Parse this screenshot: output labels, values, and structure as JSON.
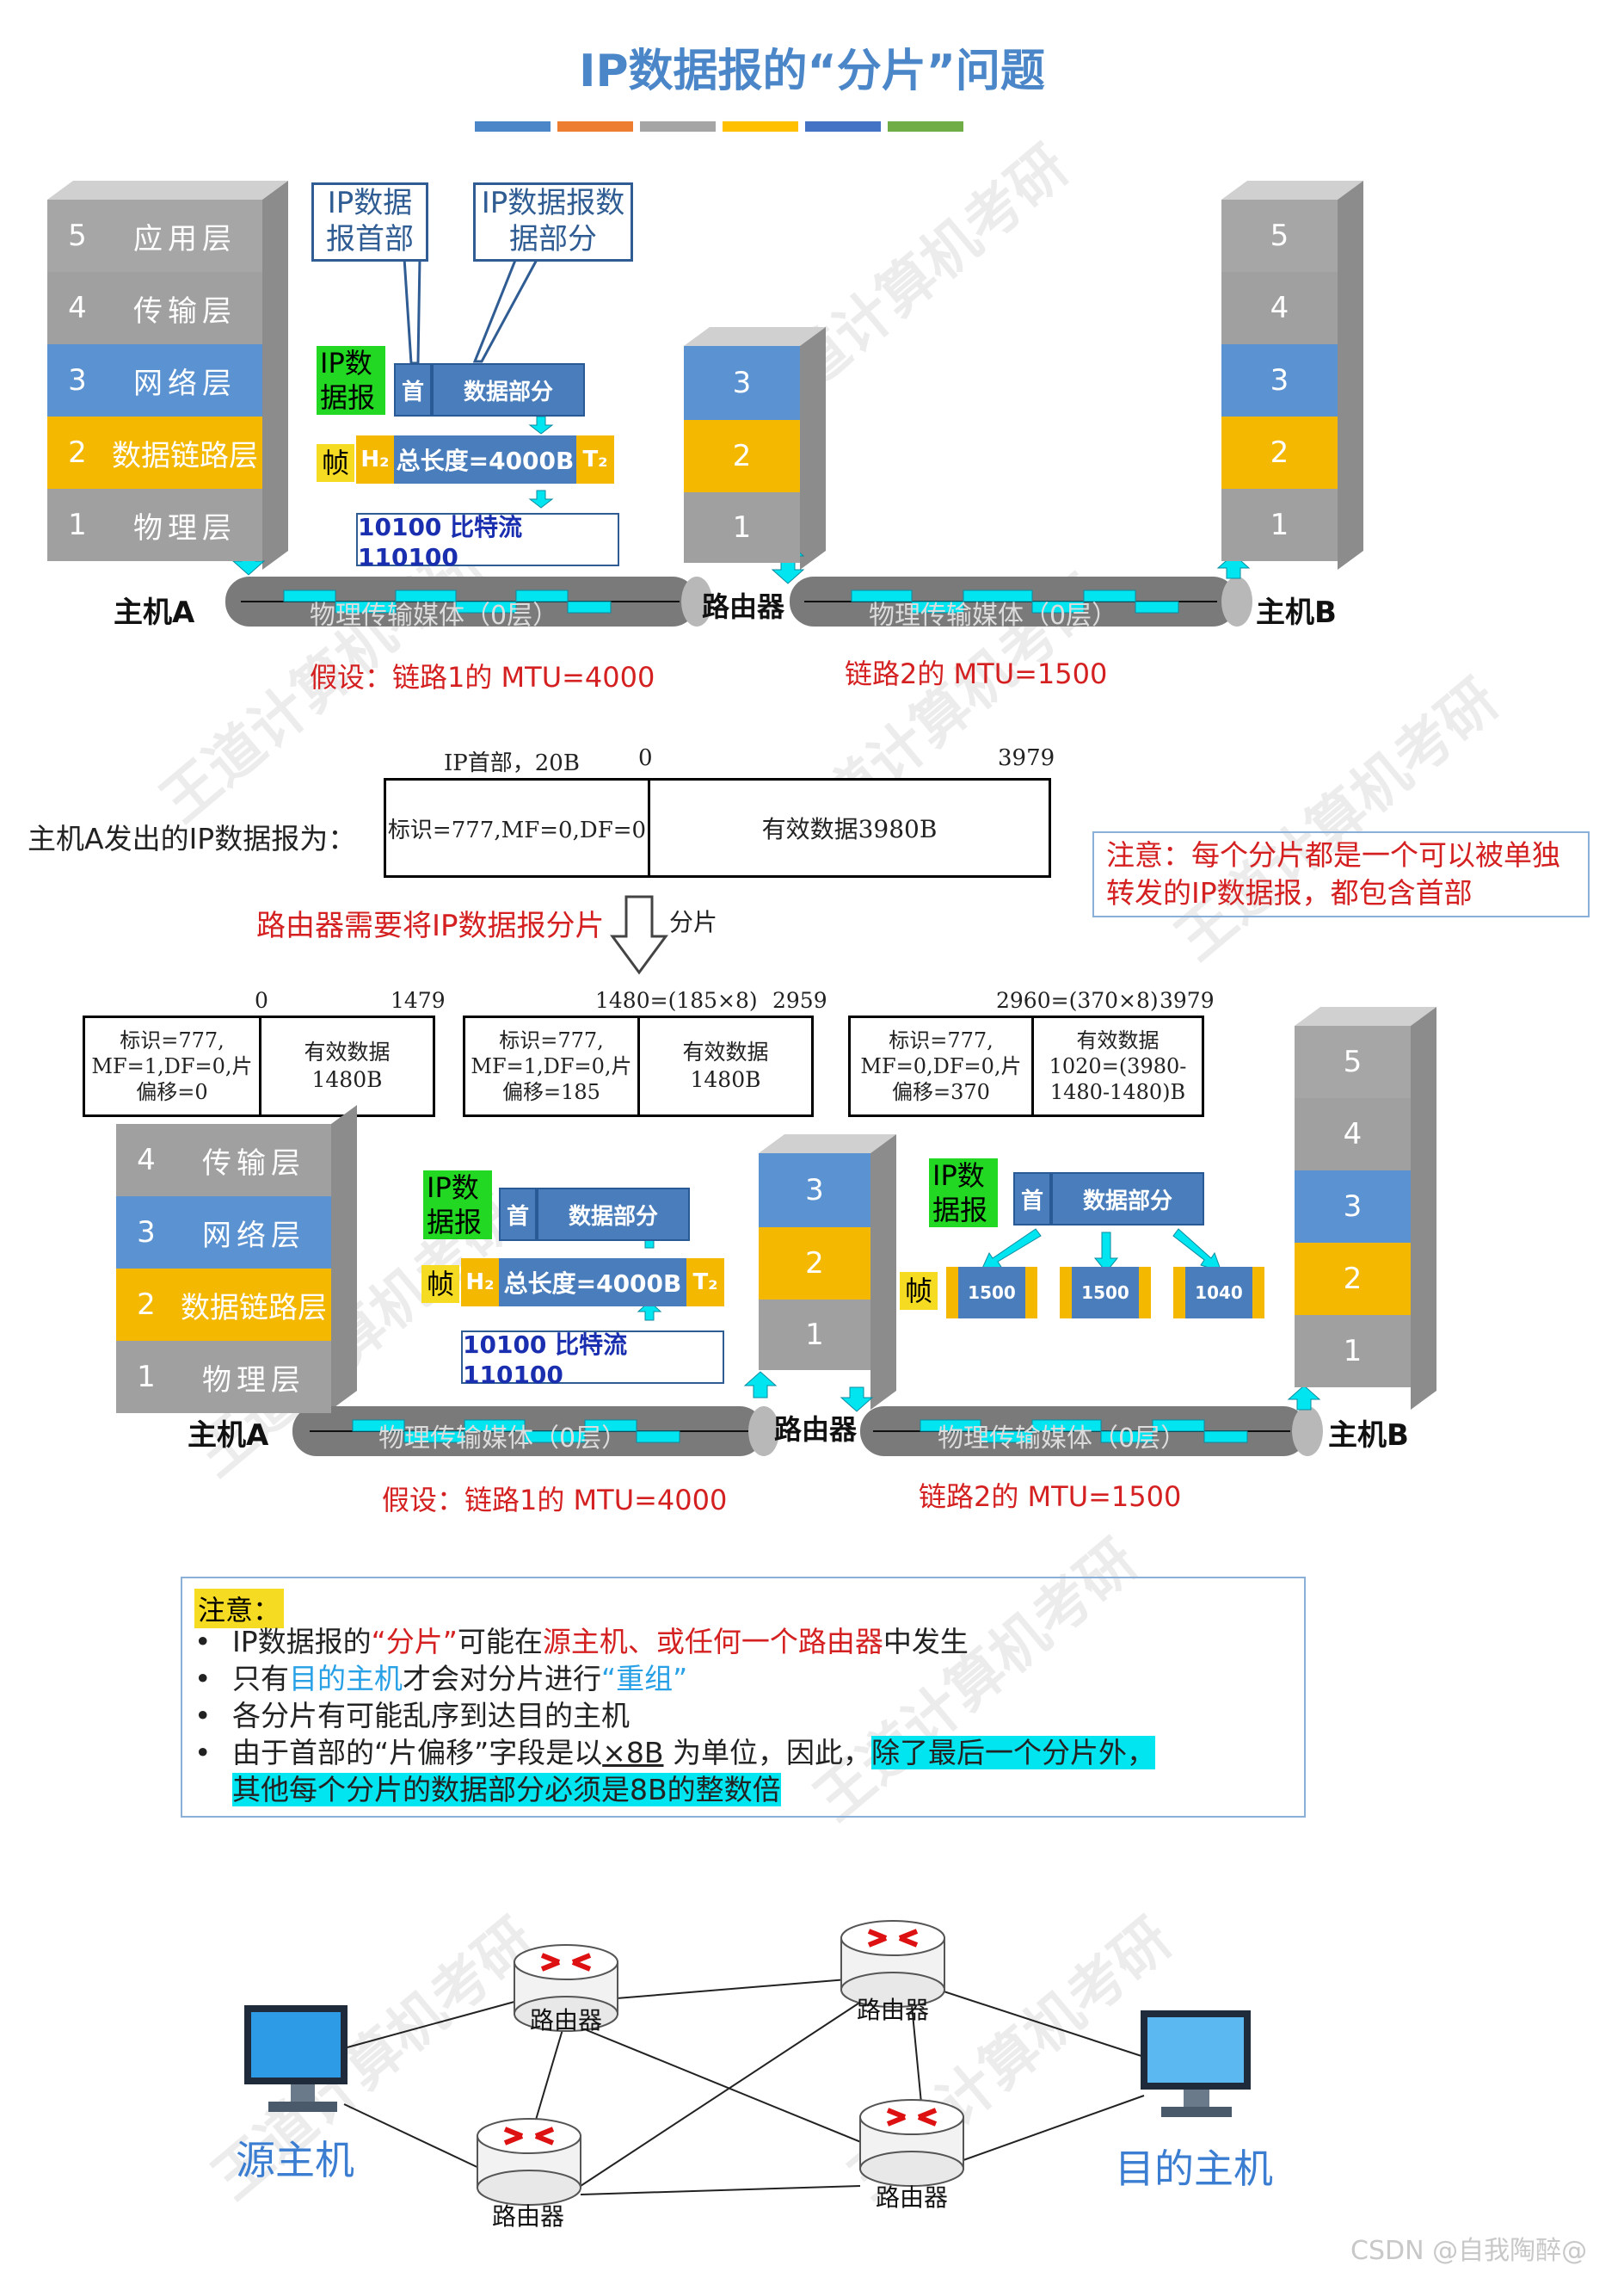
{
  "title": "IP数据报的“分片”问题",
  "color_bars": [
    "#4a86c8",
    "#ed7d31",
    "#a5a5a5",
    "#ffc000",
    "#4472c4",
    "#70ad47"
  ],
  "layers": {
    "app": {
      "num": "5",
      "name": "应用层"
    },
    "transport": {
      "num": "4",
      "name": "传输层"
    },
    "network": {
      "num": "3",
      "name": "网络层"
    },
    "link": {
      "num": "2",
      "name": "数据链路层"
    },
    "physical": {
      "num": "1",
      "name": "物理层"
    }
  },
  "router_layers": [
    "3",
    "2",
    "1"
  ],
  "hostb_layers": [
    "5",
    "4",
    "3",
    "2",
    "1"
  ],
  "top": {
    "callout_header": "IP数据报首部",
    "callout_payload": "IP数据报数据部分",
    "ip_label": "IP数据报",
    "hdr": "首",
    "data": "数据部分",
    "frame_label": "帧",
    "h2": "H₂",
    "frame_text": "总长度=4000B",
    "t2": "T₂",
    "bits": "10100 比特流 110100",
    "host_a": "主机A",
    "router": "路由器",
    "host_b": "主机B",
    "link_label": "物理传输媒体（0层）",
    "mtu1": "假设：链路1的 MTU=4000",
    "mtu2": "链路2的 MTU=1500"
  },
  "datagram": {
    "row_label": "主机A发出的IP数据报为：",
    "hdr_label": "IP首部，20B",
    "start": "0",
    "end": "3979",
    "hdr_text": "标识=777,MF=0,DF=0",
    "payload_text": "有效数据3980B"
  },
  "notice_box": "注意：每个分片都是一个可以被单独转发的IP数据报，都包含首部",
  "router_split": "路由器需要将IP数据报分片",
  "split_label": "分片",
  "fragments": [
    {
      "start": "0",
      "end": "1479",
      "hdr1": "标识=777,",
      "hdr2": "MF=1,DF=0,片",
      "hdr3": "偏移=0",
      "data1": "有效数据",
      "data2": "1480B",
      "data3": ""
    },
    {
      "start": "1480=(185×8)",
      "end": "2959",
      "hdr1": "标识=777,",
      "hdr2": "MF=1,DF=0,片",
      "hdr3": "偏移=185",
      "data1": "有效数据",
      "data2": "1480B",
      "data3": ""
    },
    {
      "start": "2960=(370×8)",
      "end": "3979",
      "hdr1": "标识=777,",
      "hdr2": "MF=0,DF=0,片",
      "hdr3": "偏移=370",
      "data1": "有效数据",
      "data2": "1020=(3980-",
      "data3": "1480-1480)B"
    }
  ],
  "frags_frames": [
    "1500",
    "1500",
    "1040"
  ],
  "note": {
    "head": "注意：",
    "b1_a": "IP数据报的",
    "b1_b": "“分片”",
    "b1_c": "可能在",
    "b1_d": "源主机、或任何一个路由器",
    "b1_e": "中发生",
    "b2_a": "只有",
    "b2_b": "目的主机",
    "b2_c": "才会对分片进行",
    "b2_d": "“重组”",
    "b3": "各分片有可能乱序到达目的主机",
    "b4_a": "由于首部的“片偏移”字段是以",
    "b4_b": "×8B",
    "b4_c": " 为单位，因此，",
    "b4_d": "除了最后一个分片外，",
    "b4_e": "其他每个分片的数据部分必须是8B的整数倍"
  },
  "network": {
    "router": "路由器",
    "src": "源主机",
    "dst": "目的主机"
  },
  "watermark": "CSDN @自我陶醉@"
}
